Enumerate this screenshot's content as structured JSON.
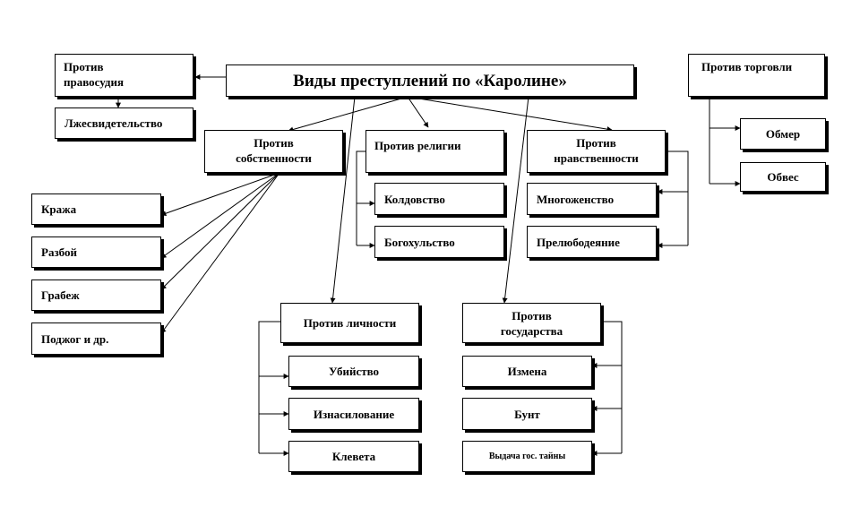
{
  "title": "Виды преступлений по «Каролине»",
  "justice": {
    "label": "Против правосудия",
    "items": [
      "Лжесвидетельство"
    ]
  },
  "trade": {
    "label": "Против торговли",
    "items": [
      "Обмер",
      "Обвес"
    ]
  },
  "property": {
    "label": "Против собственности",
    "items": [
      "Кража",
      "Разбой",
      "Грабеж",
      "Поджог и др."
    ]
  },
  "religion": {
    "label": "Против религии",
    "items": [
      "Колдовство",
      "Богохульство"
    ]
  },
  "morality": {
    "label": "Против нравственности",
    "items": [
      "Многоженство",
      "Прелюбодеяние"
    ]
  },
  "person": {
    "label": "Против личности",
    "items": [
      "Убийство",
      "Изнасилование",
      "Клевета"
    ]
  },
  "state": {
    "label": "Против государства",
    "items": [
      "Измена",
      "Бунт",
      "Выдача гос. тайны"
    ]
  }
}
